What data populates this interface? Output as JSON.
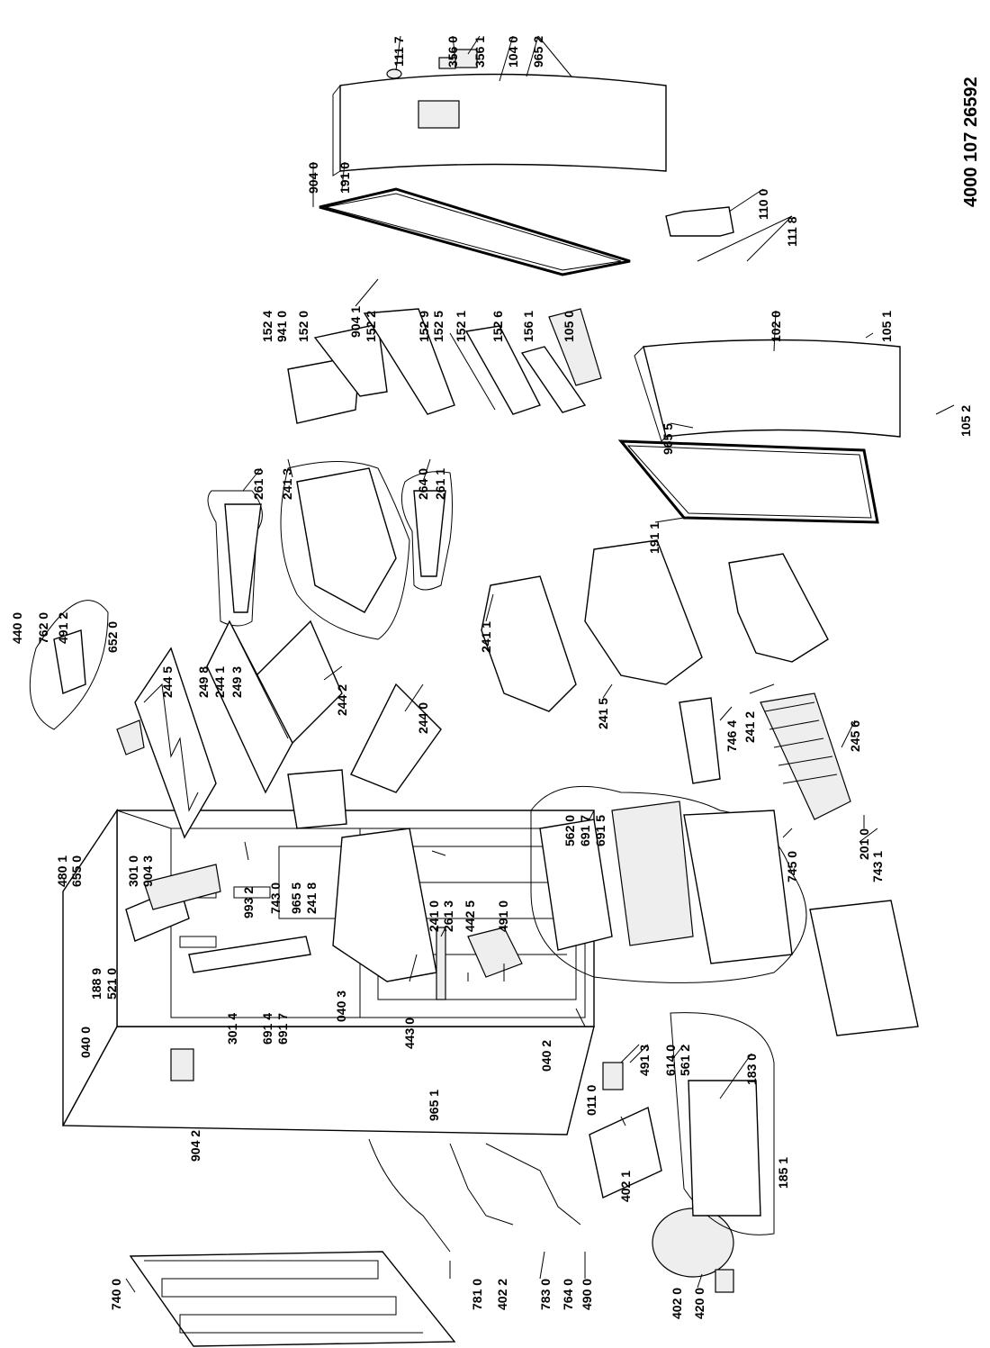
{
  "document_number": "4000 107 26592",
  "part_labels": [
    "111 7",
    "356 0",
    "356 1",
    "104 0",
    "965 2",
    "904 0",
    "191 0",
    "110 0",
    "111 8",
    "152 4",
    "941 0",
    "152 0",
    "904 1",
    "152 2",
    "152 9",
    "152 5",
    "152 1",
    "152 6",
    "156 1",
    "105 0",
    "102 0",
    "105 1",
    "105 2",
    "965 5",
    "261 0",
    "241 3",
    "264 0",
    "261 1",
    "191 1",
    "440 0",
    "762 0",
    "491 2",
    "652 0",
    "244 5",
    "249 8",
    "244 1",
    "249 3",
    "244 2",
    "244 0",
    "241 1",
    "241 5",
    "241 2",
    "746 4",
    "245 6",
    "562 0",
    "691 7",
    "691 5",
    "745 0",
    "201 0",
    "743 1",
    "480 1",
    "655 0",
    "188 9",
    "521 0",
    "301 0",
    "904 3",
    "993 2",
    "743 0",
    "965 5",
    "241 8",
    "241 0",
    "261 3",
    "442 5",
    "491 0",
    "301 4",
    "691 4",
    "691 7",
    "040 3",
    "443 0",
    "040 0",
    "040 2",
    "965 1",
    "011 0",
    "491 3",
    "614 0",
    "561 2",
    "183 0",
    "185 1",
    "904 2",
    "740 0",
    "781 0",
    "402 2",
    "783 0",
    "764 0",
    "490 0",
    "402 1",
    "402 0",
    "420 0"
  ]
}
